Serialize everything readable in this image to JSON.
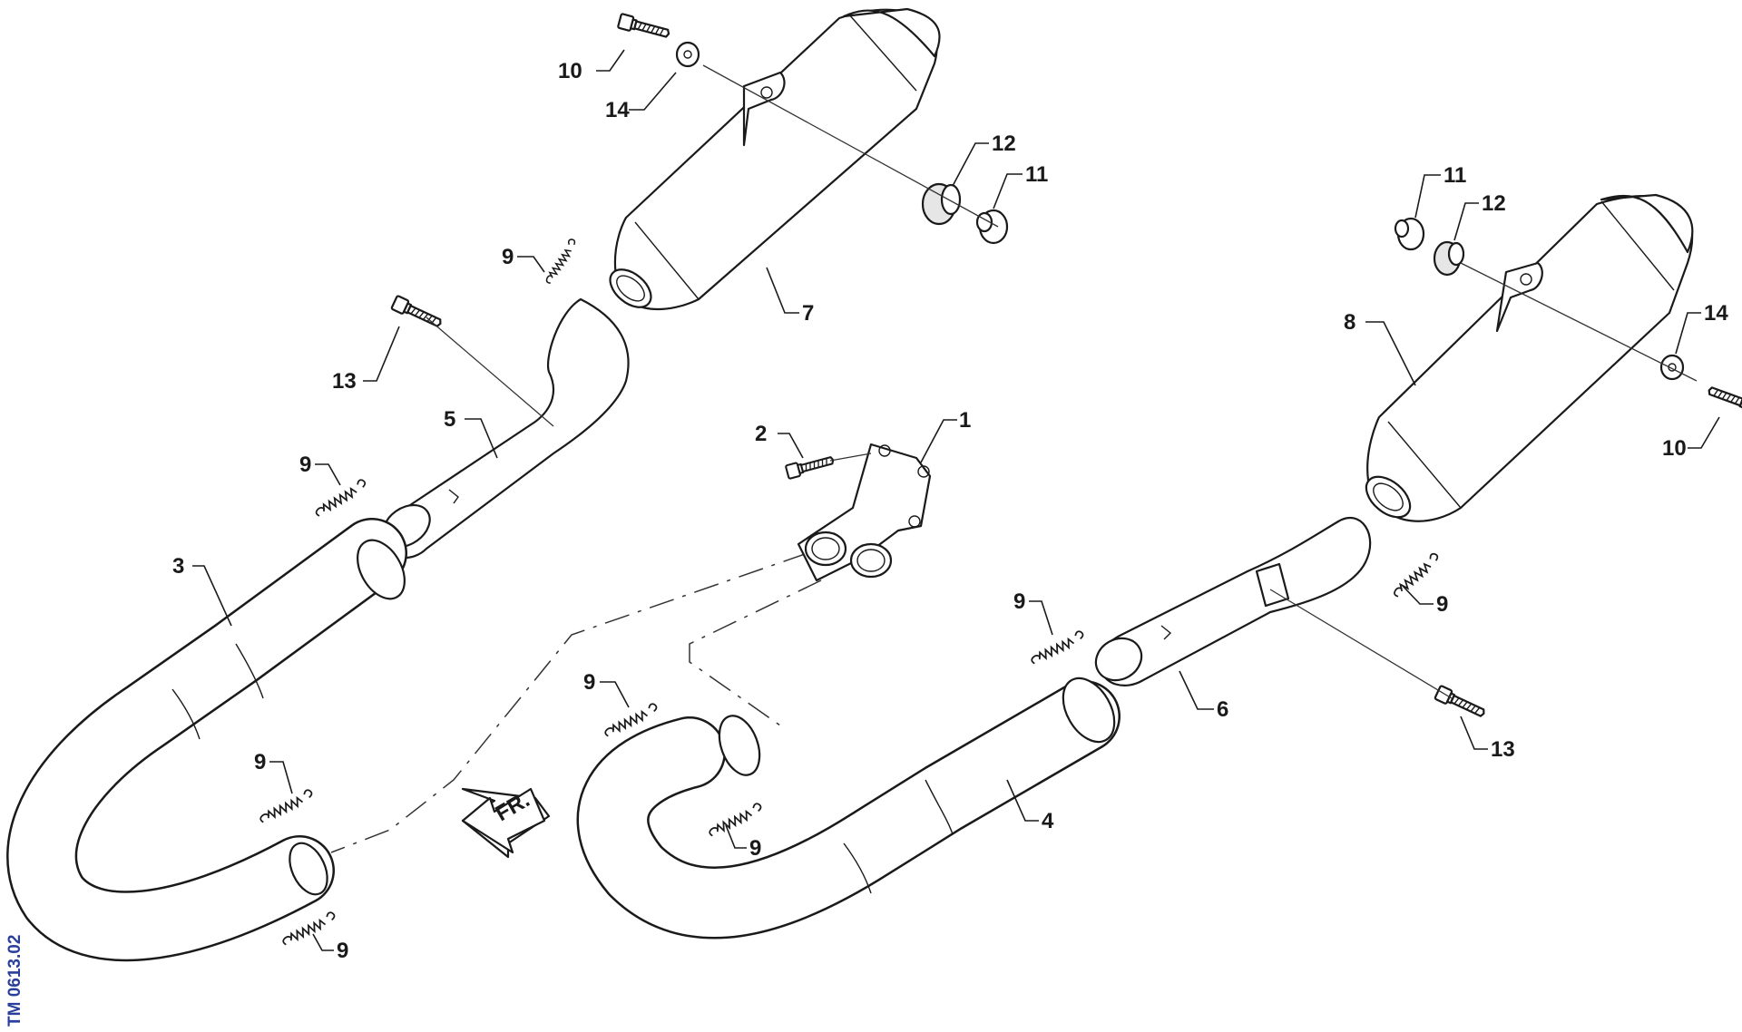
{
  "drawing_code": "TM 0613.02",
  "direction_label": "FR.",
  "callouts": [
    {
      "id": "c1",
      "text": "1",
      "part": "exhaust-flange"
    },
    {
      "id": "c2",
      "text": "2",
      "part": "flange-screw"
    },
    {
      "id": "c3",
      "text": "3",
      "part": "front-header-pipe-left"
    },
    {
      "id": "c4",
      "text": "4",
      "part": "front-header-pipe-right"
    },
    {
      "id": "c5",
      "text": "5",
      "part": "link-pipe-left"
    },
    {
      "id": "c6",
      "text": "6",
      "part": "link-pipe-right"
    },
    {
      "id": "c7",
      "text": "7",
      "part": "silencer-left"
    },
    {
      "id": "c8",
      "text": "8",
      "part": "silencer-right"
    },
    {
      "id": "c9a",
      "text": "9",
      "part": "spring"
    },
    {
      "id": "c9b",
      "text": "9",
      "part": "spring"
    },
    {
      "id": "c9c",
      "text": "9",
      "part": "spring"
    },
    {
      "id": "c9d",
      "text": "9",
      "part": "spring"
    },
    {
      "id": "c9e",
      "text": "9",
      "part": "spring"
    },
    {
      "id": "c9f",
      "text": "9",
      "part": "spring"
    },
    {
      "id": "c9g",
      "text": "9",
      "part": "spring"
    },
    {
      "id": "c9h",
      "text": "9",
      "part": "spring"
    },
    {
      "id": "c10a",
      "text": "10",
      "part": "silencer-screw"
    },
    {
      "id": "c10b",
      "text": "10",
      "part": "silencer-screw"
    },
    {
      "id": "c11a",
      "text": "11",
      "part": "spacer-bushing"
    },
    {
      "id": "c11b",
      "text": "11",
      "part": "spacer-bushing"
    },
    {
      "id": "c12a",
      "text": "12",
      "part": "rubber-grommet"
    },
    {
      "id": "c12b",
      "text": "12",
      "part": "rubber-grommet"
    },
    {
      "id": "c13a",
      "text": "13",
      "part": "pipe-screw"
    },
    {
      "id": "c13b",
      "text": "13",
      "part": "pipe-screw"
    },
    {
      "id": "c14a",
      "text": "14",
      "part": "washer"
    },
    {
      "id": "c14b",
      "text": "14",
      "part": "washer"
    }
  ],
  "colors": {
    "line": "#1a1a1a",
    "code": "#2a3f9c",
    "grommet": "#888888"
  }
}
